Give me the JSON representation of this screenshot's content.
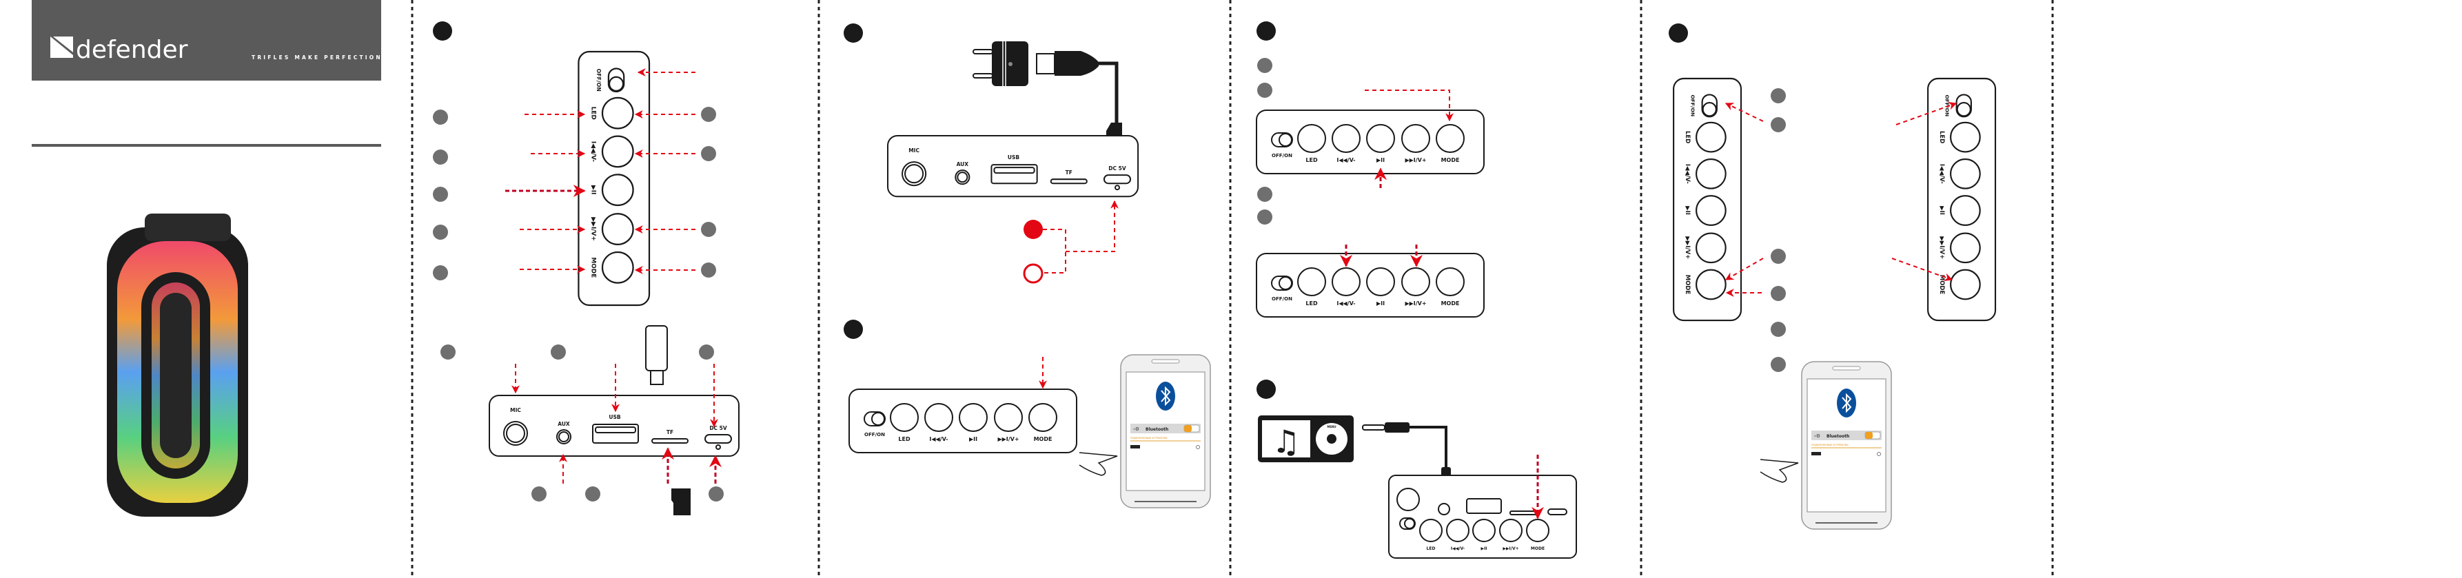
{
  "brand": {
    "name": "defender",
    "tagline": "TRIFLES MAKE PERFECTION"
  },
  "controls": {
    "power": "OFF/ON",
    "led": "LED",
    "prev": "I◀◀/V-",
    "play": "▶II",
    "next": "▶▶I/V+",
    "mode": "MODE"
  },
  "ports": {
    "mic": "MIC",
    "aux": "AUX",
    "usb": "USB",
    "tf": "TF",
    "dc": "DC 5V"
  },
  "phone": {
    "title": "Bluetooth",
    "section": "ПОДКЛЮЧЕННЫЕ УСТРОЙСТВА"
  },
  "player": {
    "menu": "MENU"
  },
  "colors": {
    "banner": "#5a5a5a",
    "accent_red": "#e30613",
    "step_dot": "#1a1a1a",
    "item_dot": "#6f6f6f",
    "bluetooth": "#0a4f9c",
    "toggle_orange": "#f0a020"
  }
}
